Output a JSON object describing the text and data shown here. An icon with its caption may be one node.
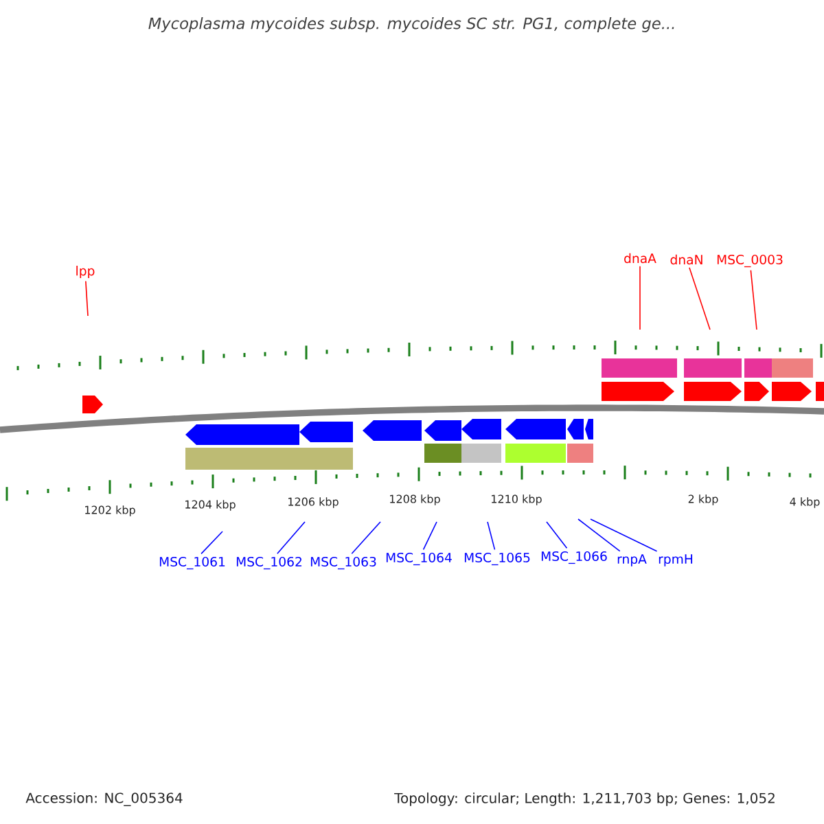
{
  "diagram": {
    "title": "Mycoplasma mycoides subsp. mycoides SC str. PG1, complete ge...",
    "nodes": [
      {
        "text": [
          "lpp"
        ]
      },
      {
        "text": [
          "dnaA"
        ]
      },
      {
        "text": [
          "dnaN"
        ]
      },
      {
        "text": [
          "MSC_0003"
        ]
      },
      {
        "text": [
          "MSC_1061"
        ]
      },
      {
        "text": [
          "MSC_1062"
        ]
      },
      {
        "text": [
          "MSC_1063"
        ]
      },
      {
        "text": [
          "MSC_1064"
        ]
      },
      {
        "text": [
          "MSC_1065"
        ]
      },
      {
        "text": [
          "MSC_1066"
        ]
      },
      {
        "text": [
          "rnpA"
        ]
      },
      {
        "text": [
          "rpmH"
        ]
      }
    ],
    "edges": [
      {
        "from": 0,
        "to": null,
        "arrow": "none",
        "color": "#ff0000"
      },
      {
        "from": 1,
        "to": null,
        "arrow": "none",
        "color": "#ff0000"
      },
      {
        "from": 2,
        "to": null,
        "arrow": "none",
        "color": "#ff0000"
      },
      {
        "from": 3,
        "to": null,
        "arrow": "none",
        "color": "#ff0000"
      },
      {
        "from": 4,
        "to": null,
        "arrow": "none"
      },
      {
        "from": 5,
        "to": null,
        "arrow": "none"
      },
      {
        "from": 6,
        "to": null,
        "arrow": "none"
      },
      {
        "from": 7,
        "to": null,
        "arrow": "none"
      },
      {
        "from": 8,
        "to": null,
        "arrow": "none"
      },
      {
        "from": 9,
        "to": null,
        "arrow": "none"
      },
      {
        "from": 10,
        "to": null,
        "arrow": "none"
      },
      {
        "from": 11,
        "to": null,
        "arrow": "none"
      }
    ],
    "labels": [
      "1202 kbp",
      "1204 kbp",
      "1206 kbp",
      "1208 kbp",
      "1210 kbp",
      "2 kbp",
      "4 kbp",
      "Accession: NC_005364",
      "Topology: circular; Length: 1,211,703 bp; Genes: 1,052"
    ]
  }
}
